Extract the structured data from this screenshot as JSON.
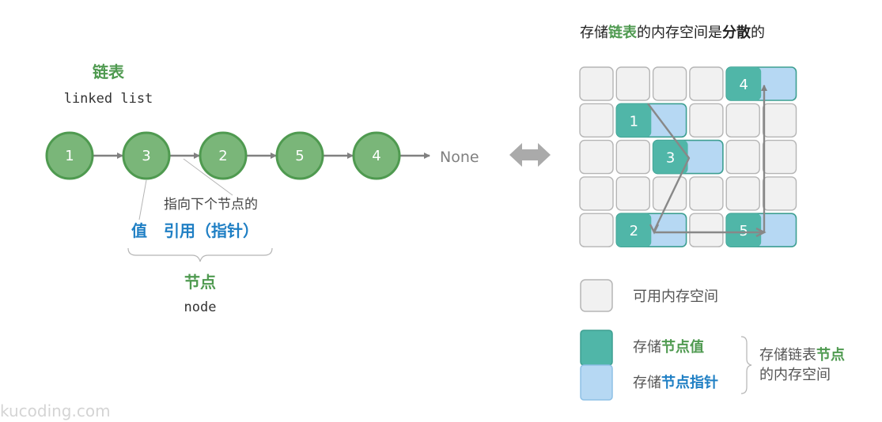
{
  "colors": {
    "green_fill": "#7ab679",
    "green_stroke": "#4f9a50",
    "green_text": "#4f9a50",
    "blue_text": "#1f7fc4",
    "teal": "#50b6a8",
    "teal_stroke": "#3d9f91",
    "light_blue": "#b6d8f3",
    "blue_stroke": "#8ec0e6",
    "gray_cell": "#f1f1f1",
    "gray_stroke": "#b5b5b5",
    "arrow": "#808080",
    "text": "#333333"
  },
  "left": {
    "title": "链表",
    "subtitle": "linked list",
    "nodes": [
      "1",
      "3",
      "2",
      "5",
      "4"
    ],
    "terminal": "None",
    "annotation": "指向下个节点的",
    "value_label": "值",
    "ref_label": "引用（指针）",
    "node_label": "节点",
    "node_sub": "node"
  },
  "right": {
    "caption_pre": "存储",
    "caption_em": "链表",
    "caption_mid": "的内存空间是",
    "caption_strong": "分散",
    "caption_post": "的",
    "grid": {
      "rows": 5,
      "cols": 6,
      "nodes": [
        {
          "value": "1",
          "row": 1,
          "col": 1
        },
        {
          "value": "3",
          "row": 2,
          "col": 2
        },
        {
          "value": "2",
          "row": 4,
          "col": 1
        },
        {
          "value": "5",
          "row": 4,
          "col": 4
        },
        {
          "value": "4",
          "row": 0,
          "col": 4
        }
      ]
    }
  },
  "legend": {
    "free": "可用内存空间",
    "store": "存储",
    "value_em": "节点值",
    "pointer_em": "节点指针",
    "brace_line1_pre": "存储链表",
    "brace_line1_em": "节点",
    "brace_line2": "的内存空间"
  },
  "watermark": "kucoding.com"
}
